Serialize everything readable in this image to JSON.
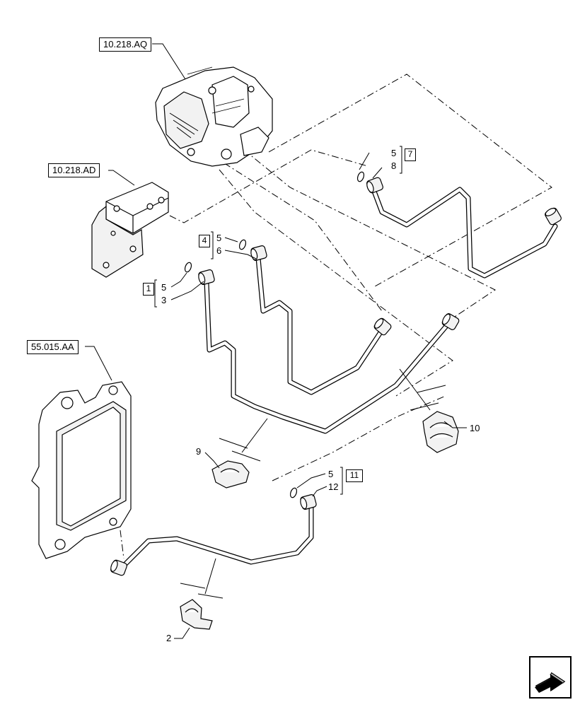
{
  "references": {
    "pump": "10.218.AQ",
    "block": "10.218.AD",
    "ecu": "55.015.AA"
  },
  "groups": {
    "g1": "1",
    "g4": "4",
    "g7": "7",
    "g11": "11"
  },
  "callouts": {
    "c5_g7": "5",
    "c8": "8",
    "c5_g4": "5",
    "c6": "6",
    "c5_g1": "5",
    "c3": "3",
    "c10": "10",
    "c9": "9",
    "c5_g11": "5",
    "c12": "12",
    "c2": "2"
  },
  "navigation": {
    "icon": "next-page-arrow-icon"
  }
}
